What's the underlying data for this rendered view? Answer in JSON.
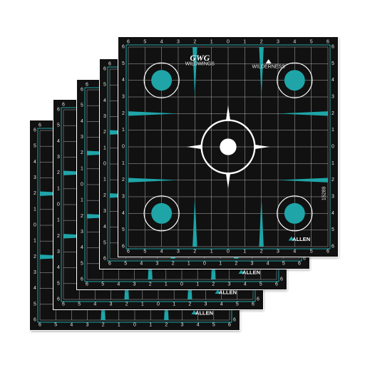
{
  "product": {
    "sheet_count": 5,
    "brand_label": "ALLEN",
    "logo_text": "GWG",
    "logo_sub": "WILDWINGS",
    "product_code": "15289",
    "badge_text": "WILDERNESS"
  },
  "grid": {
    "tick_labels": [
      "6",
      "5",
      "4",
      "3",
      "2",
      "1",
      "0",
      "1",
      "2",
      "3",
      "4",
      "5",
      "6"
    ],
    "accent_color": "#1fa5a8",
    "sheet_color": "#111111",
    "line_color": "#d9d9d9"
  }
}
